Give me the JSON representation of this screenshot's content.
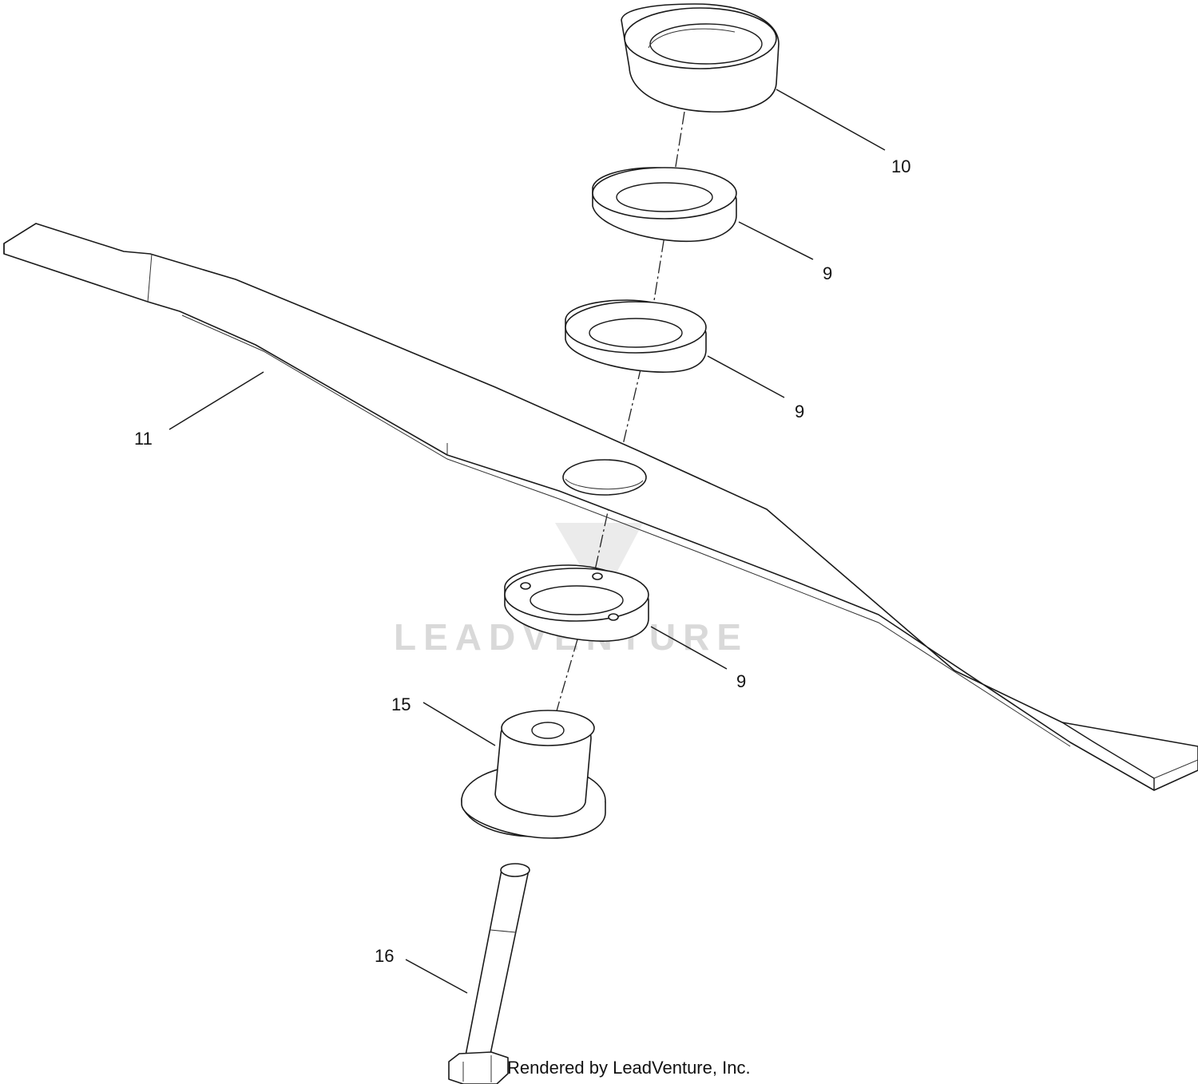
{
  "watermark": "LEADVENTURE",
  "credit": "Rendered by LeadVenture, Inc.",
  "callouts": {
    "c10": "10",
    "c9_top": "9",
    "c9_mid": "9",
    "c9_low": "9",
    "c11": "11",
    "c15": "15",
    "c16": "16"
  },
  "colors": {
    "line": "#1a1a1a",
    "watermark": "#d9d9d9"
  }
}
